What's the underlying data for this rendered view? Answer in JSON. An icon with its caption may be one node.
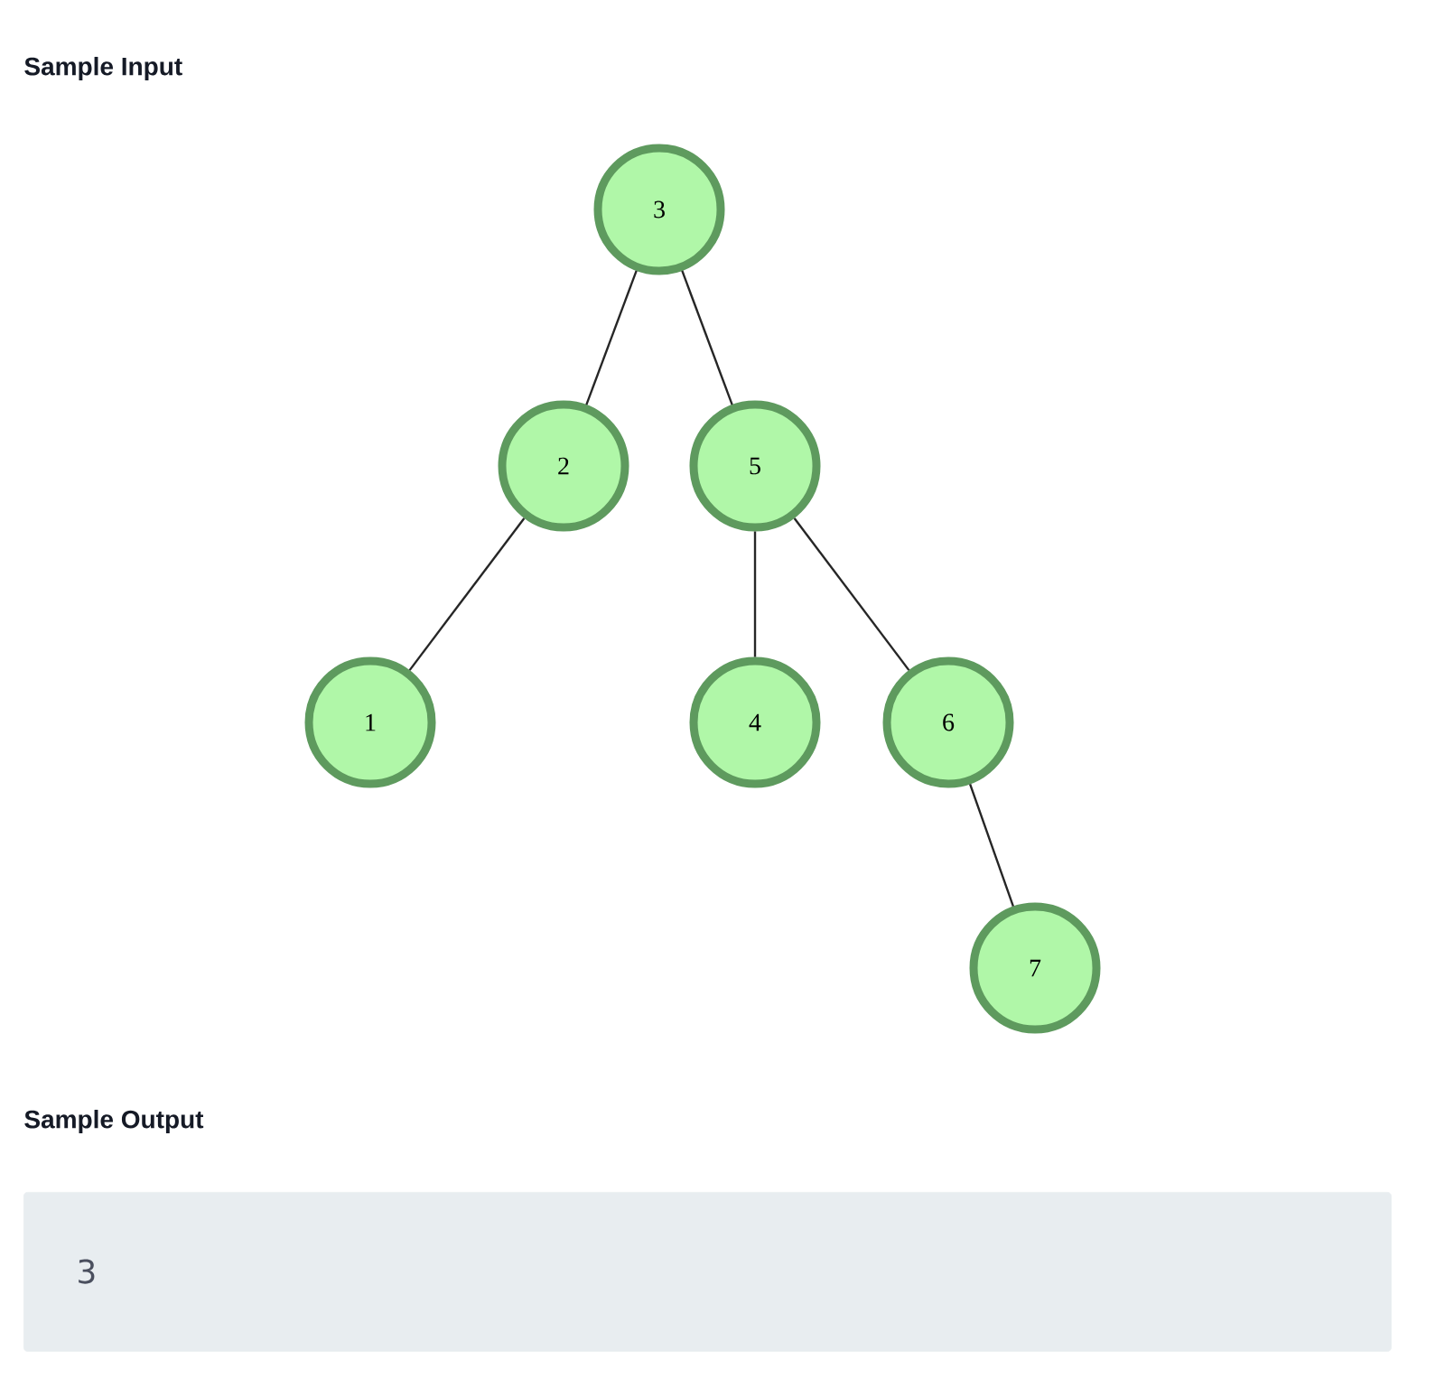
{
  "diagram": {
    "title": "Sample Input",
    "nodes": [
      {
        "text": [
          "3"
        ]
      },
      {
        "text": [
          "2"
        ]
      },
      {
        "text": [
          "5"
        ]
      },
      {
        "text": [
          "1"
        ]
      },
      {
        "text": [
          "4"
        ]
      },
      {
        "text": [
          "6"
        ]
      },
      {
        "text": [
          "7"
        ]
      },
      {
        "text": [
          "Sample Output",
          "3"
        ]
      }
    ],
    "edges": [
      {
        "from": 0,
        "to": 1,
        "arrow": "none"
      },
      {
        "from": 0,
        "to": 2,
        "arrow": "none"
      },
      {
        "from": 1,
        "to": 3,
        "arrow": "none"
      },
      {
        "from": 2,
        "to": 4,
        "arrow": "none"
      },
      {
        "from": 2,
        "to": 5,
        "arrow": "none"
      },
      {
        "from": 5,
        "to": 6,
        "arrow": "none"
      }
    ]
  }
}
